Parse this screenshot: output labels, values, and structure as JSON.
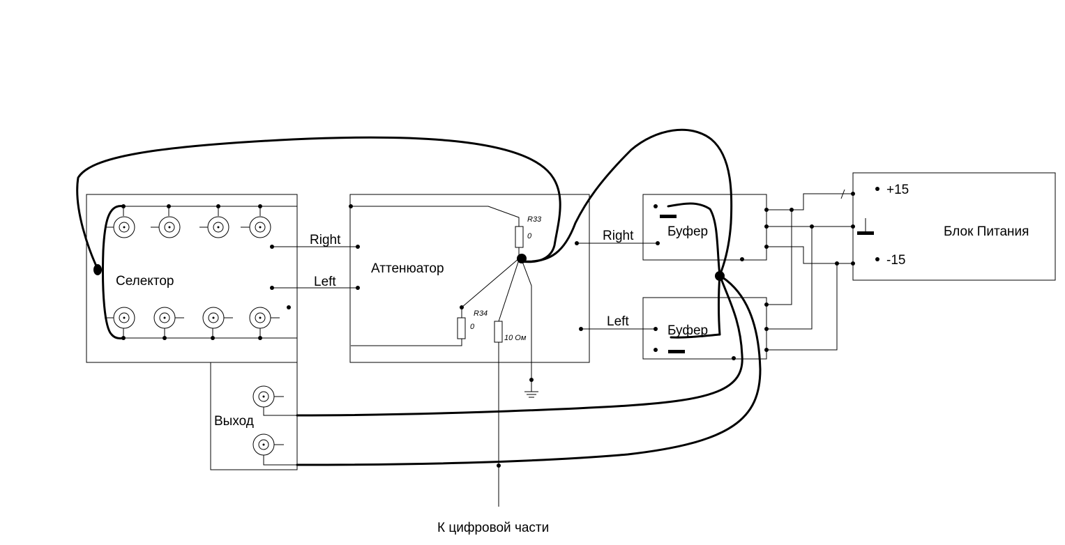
{
  "blocks": {
    "selector": "Селектор",
    "attenuator": "Аттенюатор",
    "buffer_top": "Буфер",
    "buffer_bottom": "Буфер",
    "output": "Выход",
    "power_supply": "Блок Питания"
  },
  "signals": {
    "right_1": "Right",
    "left_1": "Left",
    "right_2": "Right",
    "left_2": "Left"
  },
  "power": {
    "plus": "+15",
    "minus": "-15"
  },
  "components": {
    "r33_name": "R33",
    "r33_value": "0",
    "r34_name": "R34",
    "r34_value": "0",
    "r_ground_value": "10 Ом"
  },
  "footer": {
    "digital_label": "К цифровой части"
  }
}
